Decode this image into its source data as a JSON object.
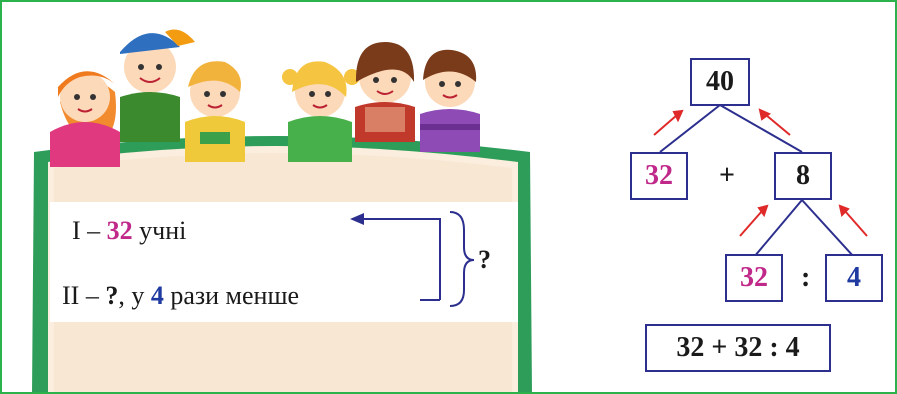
{
  "condition": {
    "line1": {
      "prefix": "I – ",
      "number": "32",
      "suffix": " учні"
    },
    "line2": {
      "prefix": "II – ",
      "question": "?",
      "middle": ", у ",
      "number": "4",
      "suffix": " рази менше"
    },
    "question_mark": "?"
  },
  "tree": {
    "root": "40",
    "left": "32",
    "plus": "+",
    "right": "8",
    "sub_left": "32",
    "div": ":",
    "sub_right": "4"
  },
  "expression": "32 + 32 : 4",
  "colors": {
    "frame": "#2bb24c",
    "pink_number": "#c0288a",
    "blue_number": "#1f3aa0",
    "box_border": "#2c2f8e",
    "arrow": "#e02a2a",
    "book_page": "#fbeede",
    "book_cover": "#2e9d5a"
  },
  "illustration": {
    "name": "children-reading-book"
  }
}
